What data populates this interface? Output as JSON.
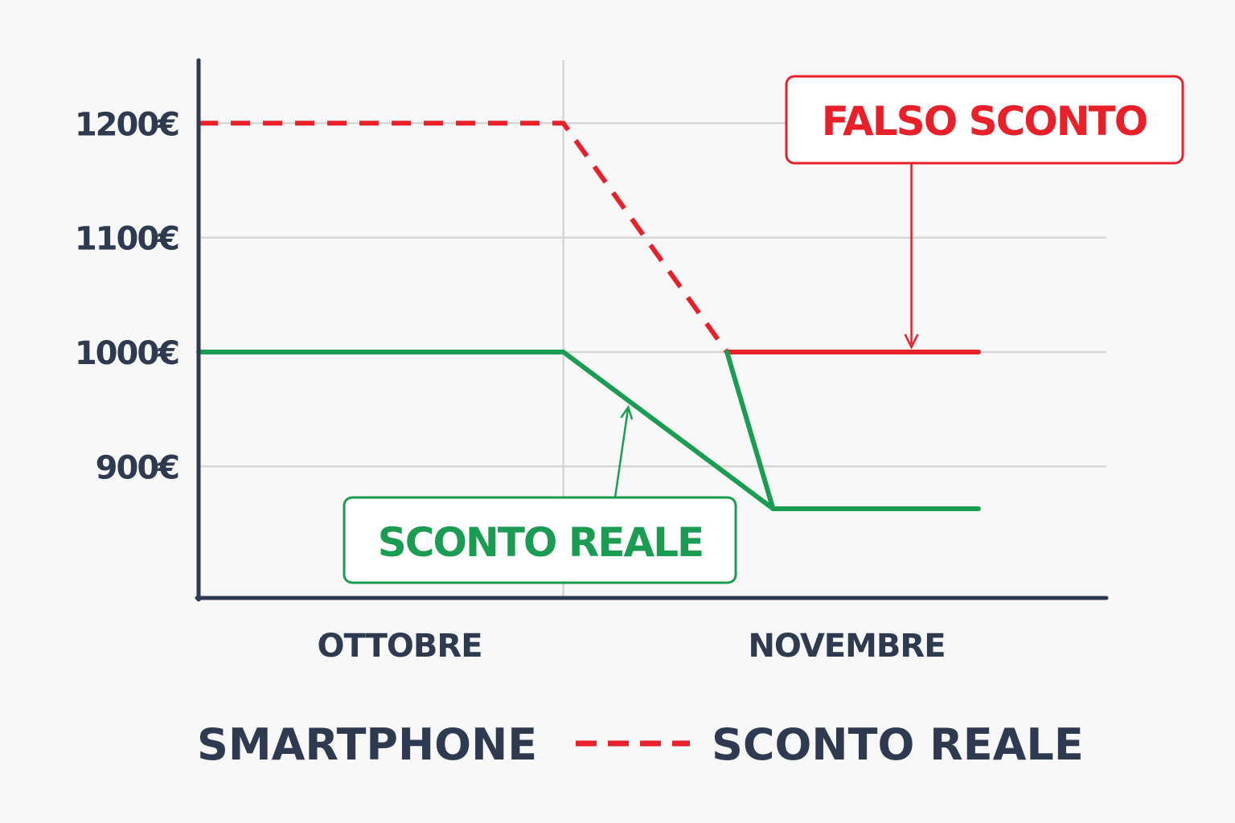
{
  "chart_data": {
    "type": "line",
    "categories": [
      "OTTOBRE",
      "NOVEMBRE"
    ],
    "y_ticks": [
      "1200€",
      "1100€",
      "1000€",
      "900€"
    ],
    "y_tick_values": [
      1200,
      1100,
      1000,
      900
    ],
    "ylim": [
      785,
      1255
    ],
    "x_domain": [
      0,
      10
    ],
    "series": [
      {
        "style": "dashed",
        "color": "#e8202a",
        "points": [
          [
            0,
            1200
          ],
          [
            4.35,
            1200
          ],
          [
            6.3,
            1000
          ]
        ]
      },
      {
        "style": "solid",
        "color": "#e8202a",
        "points": [
          [
            6.3,
            1000
          ],
          [
            9.3,
            1000
          ]
        ]
      },
      {
        "style": "solid",
        "color": "#1a9c52",
        "points": [
          [
            0,
            1000
          ],
          [
            4.35,
            1000
          ],
          [
            6.85,
            863
          ],
          [
            9.3,
            863
          ]
        ]
      },
      {
        "style": "solid",
        "color": "#1a9c52",
        "points": [
          [
            6.3,
            1000
          ],
          [
            6.85,
            863
          ]
        ]
      }
    ],
    "annotations": [
      {
        "text": "FALSO SCONTO",
        "color": "#e8202a",
        "target": [
          8.5,
          1000
        ]
      },
      {
        "text": "SCONTO REALE",
        "color": "#1a9c52",
        "target": [
          5.2,
          956
        ]
      }
    ],
    "legend": [
      {
        "label": "SMARTPHONE"
      },
      {
        "label": "SCONTO REALE",
        "color": "#e8202a",
        "style": "dashed"
      }
    ],
    "grid": true,
    "colors": {
      "axis": "#2e3a4f",
      "grid": "#d6d6d6",
      "text": "#2e3a4f"
    }
  }
}
